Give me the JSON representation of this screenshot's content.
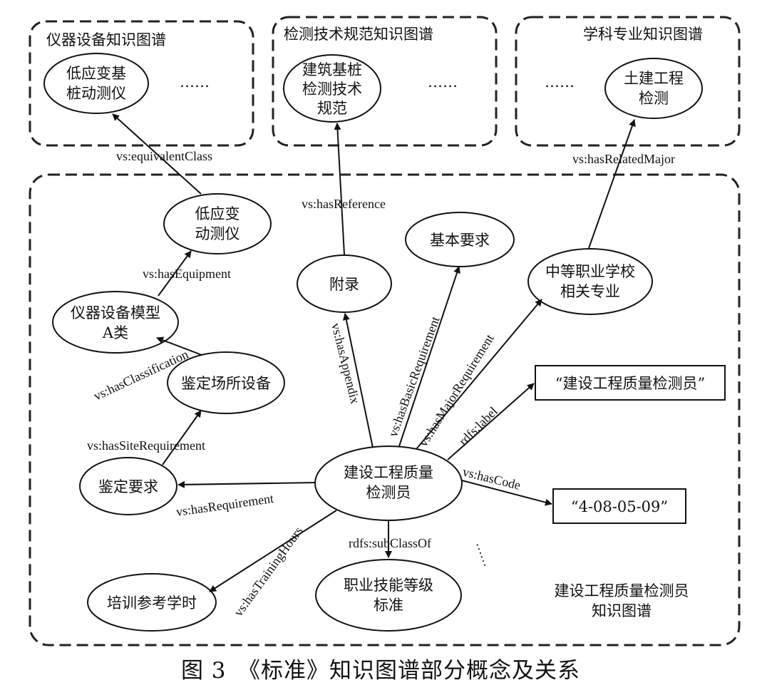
{
  "caption": "图 3　《标准》知识图谱部分概念及关系",
  "graphs": {
    "instrument": {
      "title": "仪器设备知识图谱",
      "node": [
        "低应变基",
        "桩动测仪"
      ],
      "ellipsis": "……"
    },
    "standard": {
      "title": "检测技术规范知识图谱",
      "node": [
        "建筑基桩",
        "检测技术",
        "规范"
      ],
      "ellipsis": "……"
    },
    "major": {
      "title": "学科专业知识图谱",
      "node": [
        "土建工程",
        "检测"
      ],
      "ellipsis": "……"
    },
    "main": {
      "title": [
        "建设工程质量检测员",
        "知识图谱"
      ]
    }
  },
  "nodes": {
    "center": [
      "建设工程质量",
      "检测员"
    ],
    "device": [
      "低应变",
      "动测仪"
    ],
    "model": [
      "仪器设备模型",
      "A类"
    ],
    "site_equipment": [
      "鉴定场所设备"
    ],
    "requirement": [
      "鉴定要求"
    ],
    "training": [
      "培训参考学时"
    ],
    "appendix": [
      "附录"
    ],
    "basic": [
      "基本要求"
    ],
    "school": [
      "中等职业学校",
      "相关专业"
    ],
    "skill": [
      "职业技能等级",
      "标准"
    ],
    "label_value": "“建设工程质量检测员”",
    "code_value": "“4-08-05-09”"
  },
  "edges": {
    "equivalent": "vs:equivalentClass",
    "reference": "vs:hasReference",
    "related_major": "vs:hasRelatedMajor",
    "equipment": "vs:hasEquipment",
    "classification": "vs:hasClassification",
    "site_req": "vs:hasSiteRequirement",
    "requirement": "vs:hasRequirement",
    "training": "vs:hasTrainingHours",
    "appendix": "vs:hasAppendix",
    "basic": "vs:hasBasicRequirement",
    "major_req": "vs:hasMajorRequirement",
    "label": "rdfs:label",
    "code": "vs:hasCode",
    "subclass": "rdfs:subClassOf",
    "more": "……"
  }
}
